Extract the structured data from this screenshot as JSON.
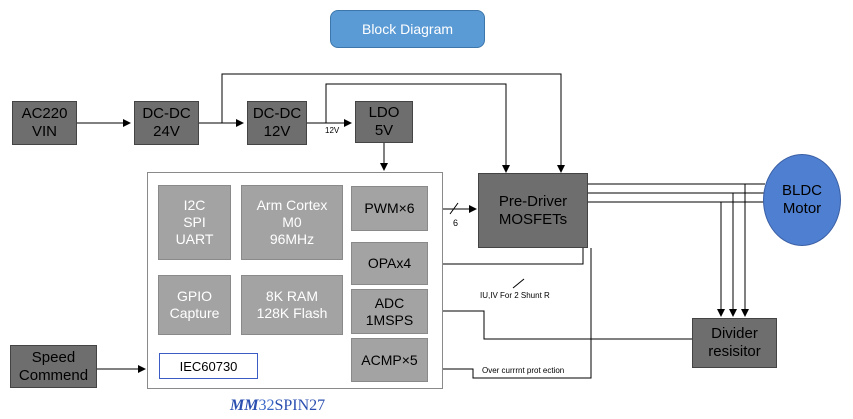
{
  "title": "Block Diagram",
  "blocks": {
    "ac220": "AC220\nVIN",
    "dcdc24": "DC-DC\n24V",
    "dcdc12": "DC-DC\n12V",
    "ldo": "LDO\n5V",
    "predriver": "Pre-Driver\nMOSFETs",
    "motor": "BLDC\nMotor",
    "divider": "Divider\nresisitor",
    "speed": "Speed\nCommend"
  },
  "mcu": {
    "i2c": "I2C\nSPI\nUART",
    "arm": "Arm Cortex\nM0\n96MHz",
    "pwm": "PWM×6",
    "opa": "OPAx4",
    "gpio": "GPIO\nCapture",
    "ram": "8K RAM\n128K Flash",
    "adc": "ADC\n1MSPS",
    "acmp": "ACMP×5",
    "iec": "IEC60730"
  },
  "labels": {
    "v12": "12V",
    "six": "6",
    "shunt": "IU,IV For 2 Shunt R",
    "overcurrent": "Over currrnt prot ection"
  },
  "brand": {
    "part1": "MM",
    "part2": "32",
    "part3": "SPIN27"
  },
  "colors": {
    "title_button": "#5b9bd5",
    "dark_block": "#6e6e6e",
    "mid_block": "#a3a3a3",
    "motor": "#4f7fd0",
    "iec_border": "#3b5cc4",
    "brand": "#2b4fb0"
  }
}
